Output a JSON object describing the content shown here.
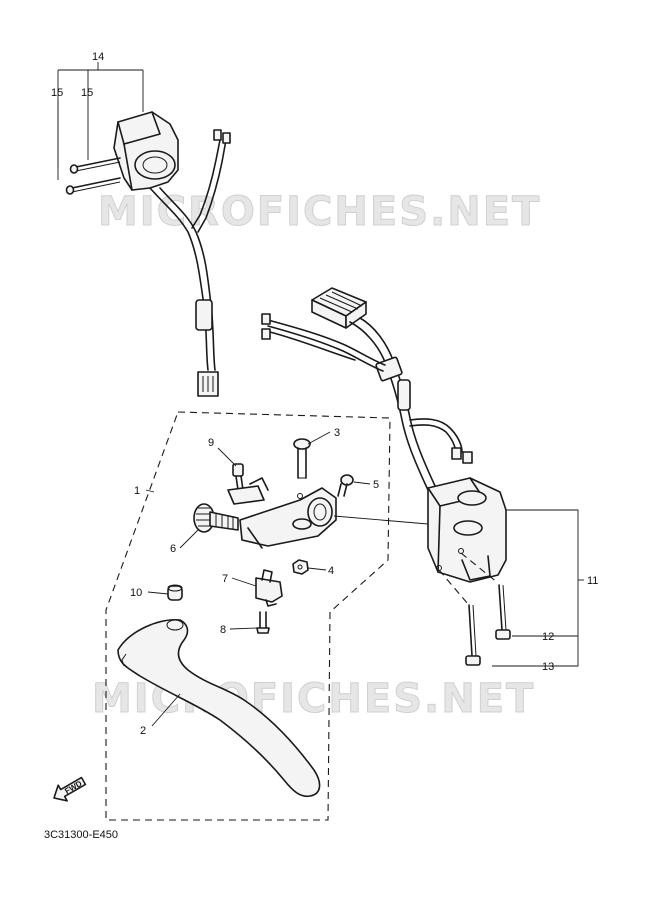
{
  "watermarks": [
    "MICROFICHES.NET",
    "MICROFICHES.NET"
  ],
  "callouts": [
    "1",
    "2",
    "3",
    "4",
    "5",
    "6",
    "7",
    "8",
    "9",
    "10",
    "11",
    "12",
    "13",
    "14",
    "15",
    "15"
  ],
  "direction_label": "FWD",
  "diagram_code": "3C31300-E450"
}
